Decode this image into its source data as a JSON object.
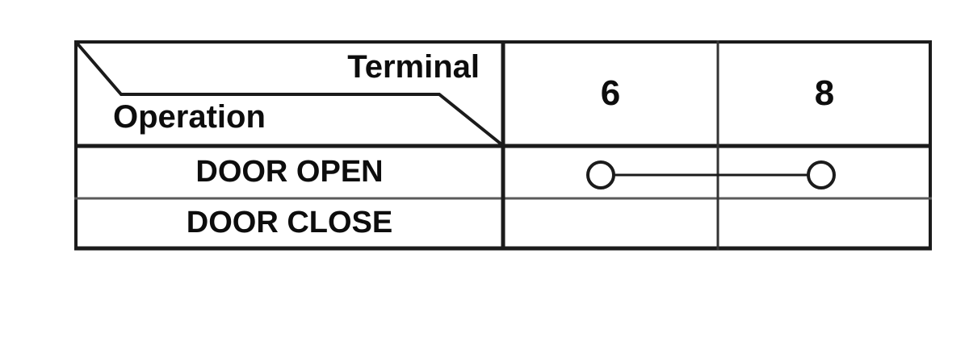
{
  "figure": {
    "kind": "terminal-continuity-table",
    "corner": {
      "top_right_label": "Terminal",
      "bottom_left_label": "Operation"
    },
    "terminal_columns": [
      "6",
      "8"
    ],
    "rows": [
      {
        "operation": "DOOR OPEN",
        "continuity_between": [
          "6",
          "8"
        ],
        "symbol": "circle-line-circle"
      },
      {
        "operation": "DOOR CLOSE",
        "continuity_between": [],
        "symbol": "none"
      }
    ]
  },
  "colors": {
    "background": "#ffffff",
    "heavy_line": "#1b1b1b",
    "light_line": "#5a5a5a",
    "medium_line": "#333333",
    "text": "#0d0d0d"
  }
}
